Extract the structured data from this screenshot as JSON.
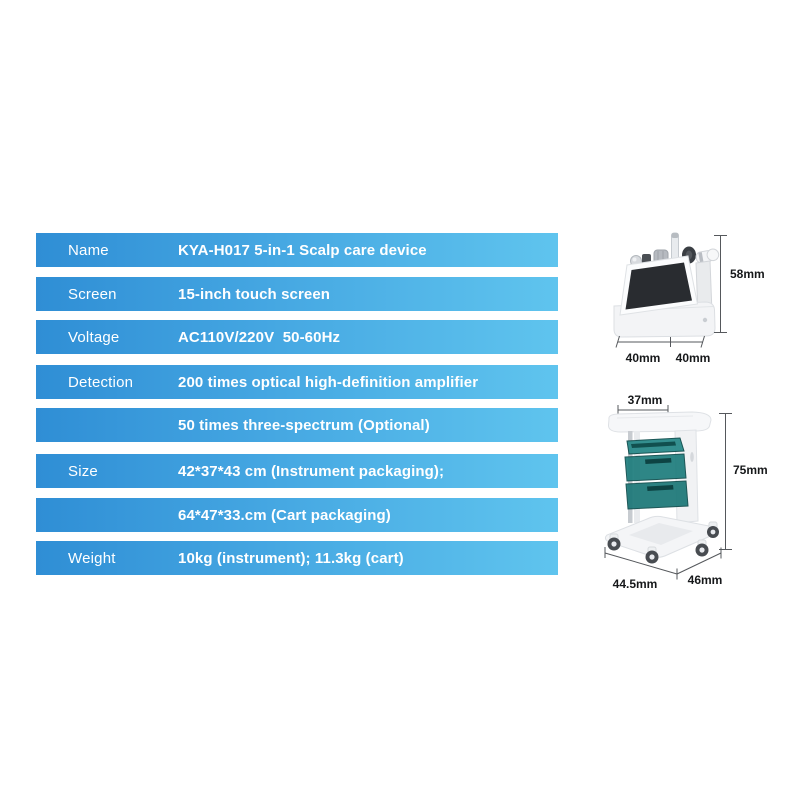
{
  "spec_table": {
    "rows": [
      {
        "label": "Name",
        "value": "KYA-H017 5-in-1 Scalp care device"
      },
      {
        "label": "Screen",
        "value": "15-inch touch screen"
      },
      {
        "label": "Voltage",
        "value": "AC110V/220V  50-60Hz"
      },
      {
        "label": "Detection",
        "value": "200 times optical high-definition amplifier"
      },
      {
        "label": "",
        "value": "50 times three-spectrum (Optional)"
      },
      {
        "label": "Size",
        "value": "42*37*43 cm (Instrument packaging);"
      },
      {
        "label": "",
        "value": "64*47*33.cm (Cart packaging)"
      },
      {
        "label": "Weight",
        "value": "10kg (instrument); 11.3kg (cart)"
      }
    ],
    "colors": {
      "bar_gradient_start": "#2F8ED5",
      "bar_gradient_end": "#5FC4EE",
      "text": "#FFFFFF"
    }
  },
  "device_figure": {
    "height": "58mm",
    "width_left": "40mm",
    "width_right": "40mm"
  },
  "cart_figure": {
    "top_width": "37mm",
    "height": "75mm",
    "depth": "44.5mm",
    "width": "46mm",
    "drawer_color": "#1E7878"
  },
  "dimension_text_color": "#16181A"
}
